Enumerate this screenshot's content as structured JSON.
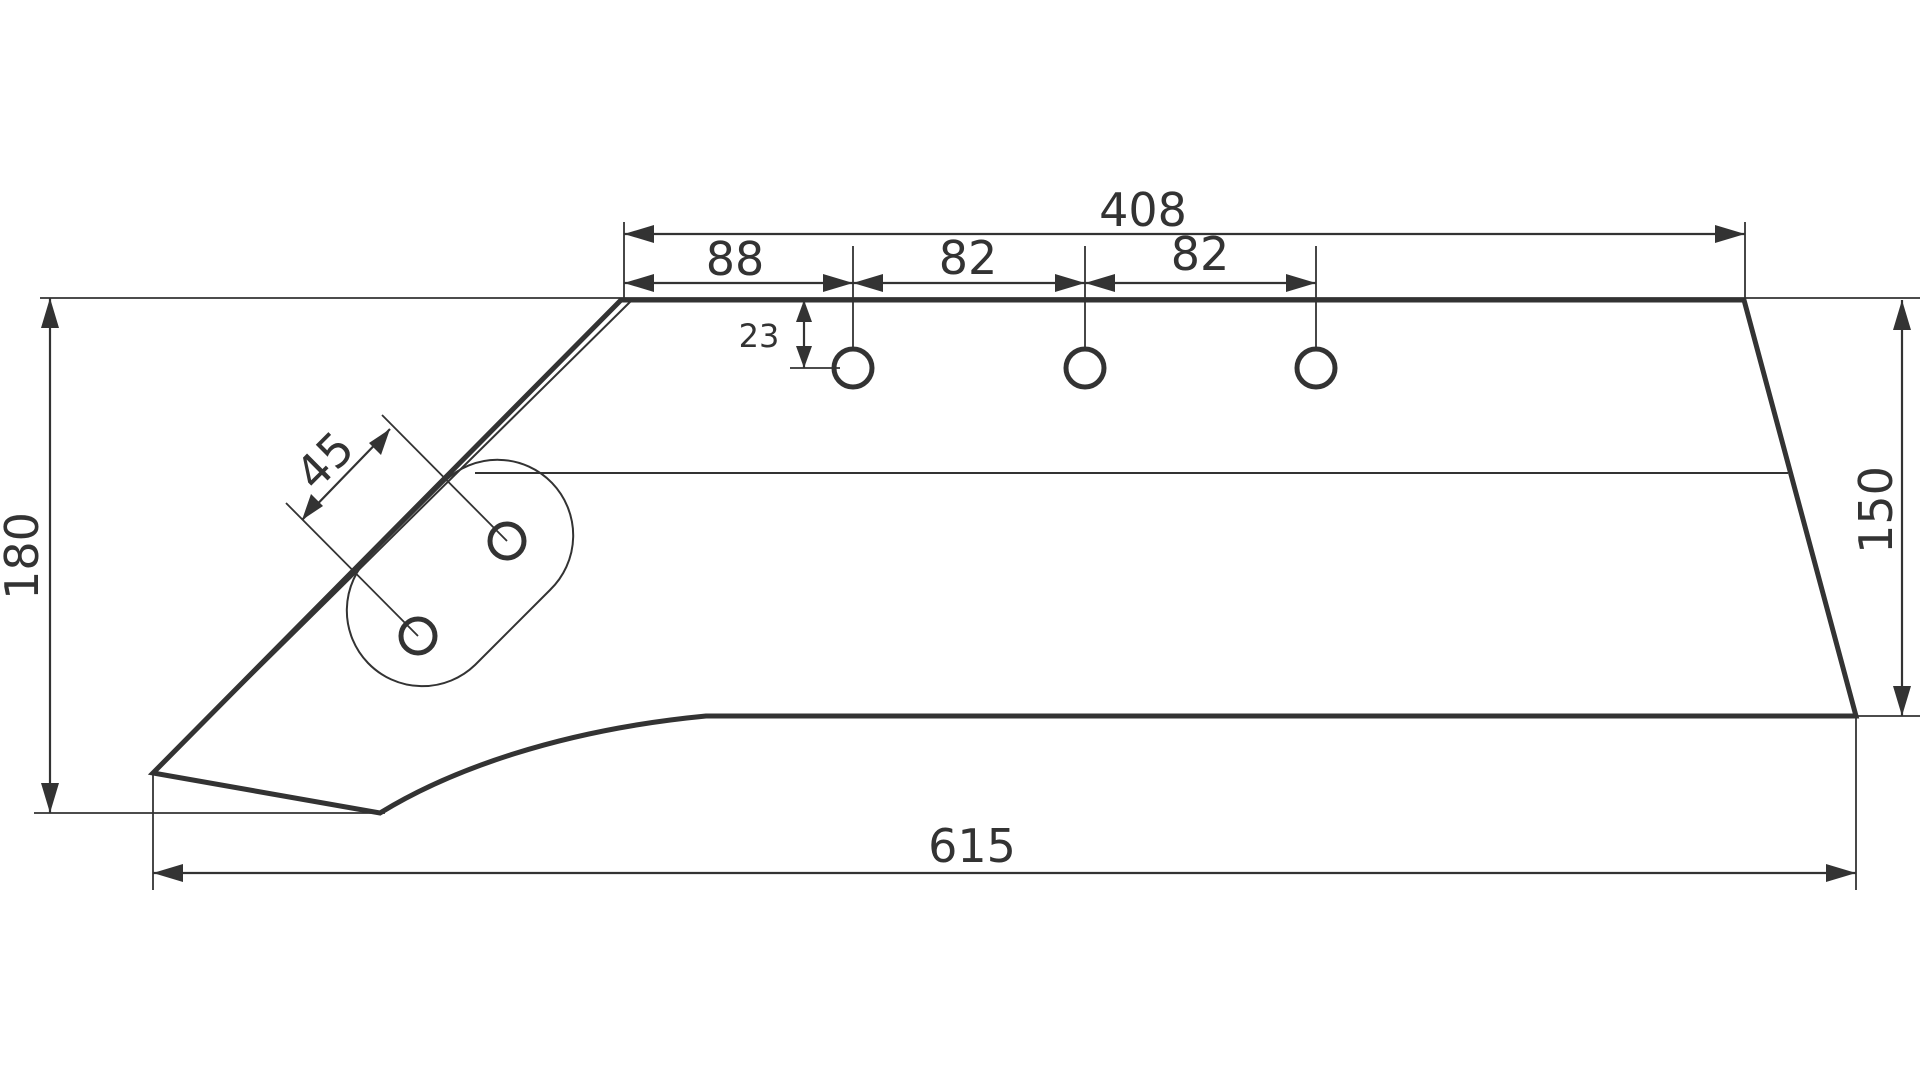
{
  "drawing": {
    "line_color": "#333333",
    "background": "#ffffff",
    "dimensions": {
      "overall_length": "615",
      "overall_height": "180",
      "right_edge_height": "150",
      "hole_span": "408",
      "first_hole_offset": "88",
      "hole_spacing_1": "82",
      "hole_spacing_2": "82",
      "hole_edge_distance": "23",
      "slot_hole_spacing": "45"
    }
  }
}
